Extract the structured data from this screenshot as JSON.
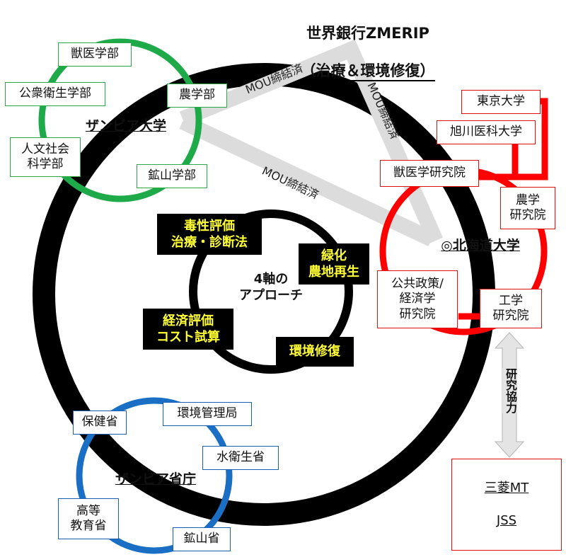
{
  "title": {
    "line1": "世界銀行ZMERIP",
    "line2": "（治療＆環境修復）"
  },
  "mou_label": "MOU締結済",
  "center": {
    "label": "4軸の\nアプローチ",
    "axes": [
      "毒性評価\n治療・診断法",
      "緑化\n農地再生",
      "経済評価\nコスト試算",
      "環境修復"
    ]
  },
  "zambia_university": {
    "name": "ザンビア大学",
    "faculties": [
      "獣医学部",
      "公衆衛生学部",
      "農学部",
      "人文社会\n科学部",
      "鉱山学部"
    ]
  },
  "hokkaido_university": {
    "name": "◎北海道大学",
    "schools": [
      "獣医学研究院",
      "農学\n研究院",
      "公共政策/\n経済学\n研究院",
      "工学\n研究院"
    ],
    "partners": [
      "東京大学",
      "旭川医科大学"
    ]
  },
  "zambia_ministries": {
    "name": "ザンビア省庁",
    "ministries": [
      "保健省",
      "環境管理局",
      "水衛生省",
      "高等\n教育省",
      "鉱山省"
    ]
  },
  "collaboration": {
    "label": "研究協力",
    "companies": [
      "三菱MT",
      "JSS"
    ]
  },
  "colors": {
    "ring": "#000000",
    "green": "#1faa4a",
    "red": "#ff0000",
    "blue": "#1a6fc4",
    "mou_band": "#dcdcdc",
    "axis_text": "#ffff33"
  }
}
